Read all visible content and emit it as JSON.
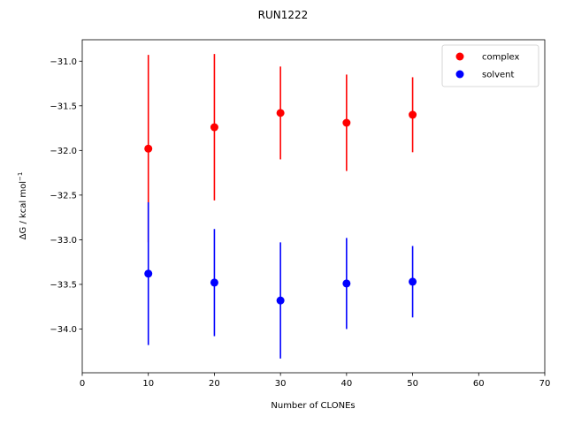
{
  "chart_data": {
    "type": "scatter",
    "title": "RUN1222",
    "xlabel": "Number of CLONEs",
    "ylabel_main": "ΔG / kcal mol",
    "ylabel_sup": "−1",
    "xlim": [
      0,
      70
    ],
    "ylim": [
      -34.49,
      -30.76
    ],
    "x_ticks": [
      0,
      10,
      20,
      30,
      40,
      50,
      60,
      70
    ],
    "y_ticks": [
      -31.0,
      -31.5,
      -32.0,
      -32.5,
      -33.0,
      -33.5,
      -34.0
    ],
    "grid": false,
    "legend_position": "top-right",
    "series": [
      {
        "name": "complex",
        "color": "#ff0000",
        "x": [
          10,
          20,
          30,
          40,
          50
        ],
        "y": [
          -31.98,
          -31.74,
          -31.58,
          -31.69,
          -31.6
        ],
        "yerr": [
          1.05,
          0.82,
          0.52,
          0.54,
          0.42
        ]
      },
      {
        "name": "solvent",
        "color": "#0000ff",
        "x": [
          10,
          20,
          30,
          40,
          50
        ],
        "y": [
          -33.38,
          -33.48,
          -33.68,
          -33.49,
          -33.47
        ],
        "yerr": [
          0.8,
          0.6,
          0.65,
          0.51,
          0.4
        ]
      }
    ]
  }
}
